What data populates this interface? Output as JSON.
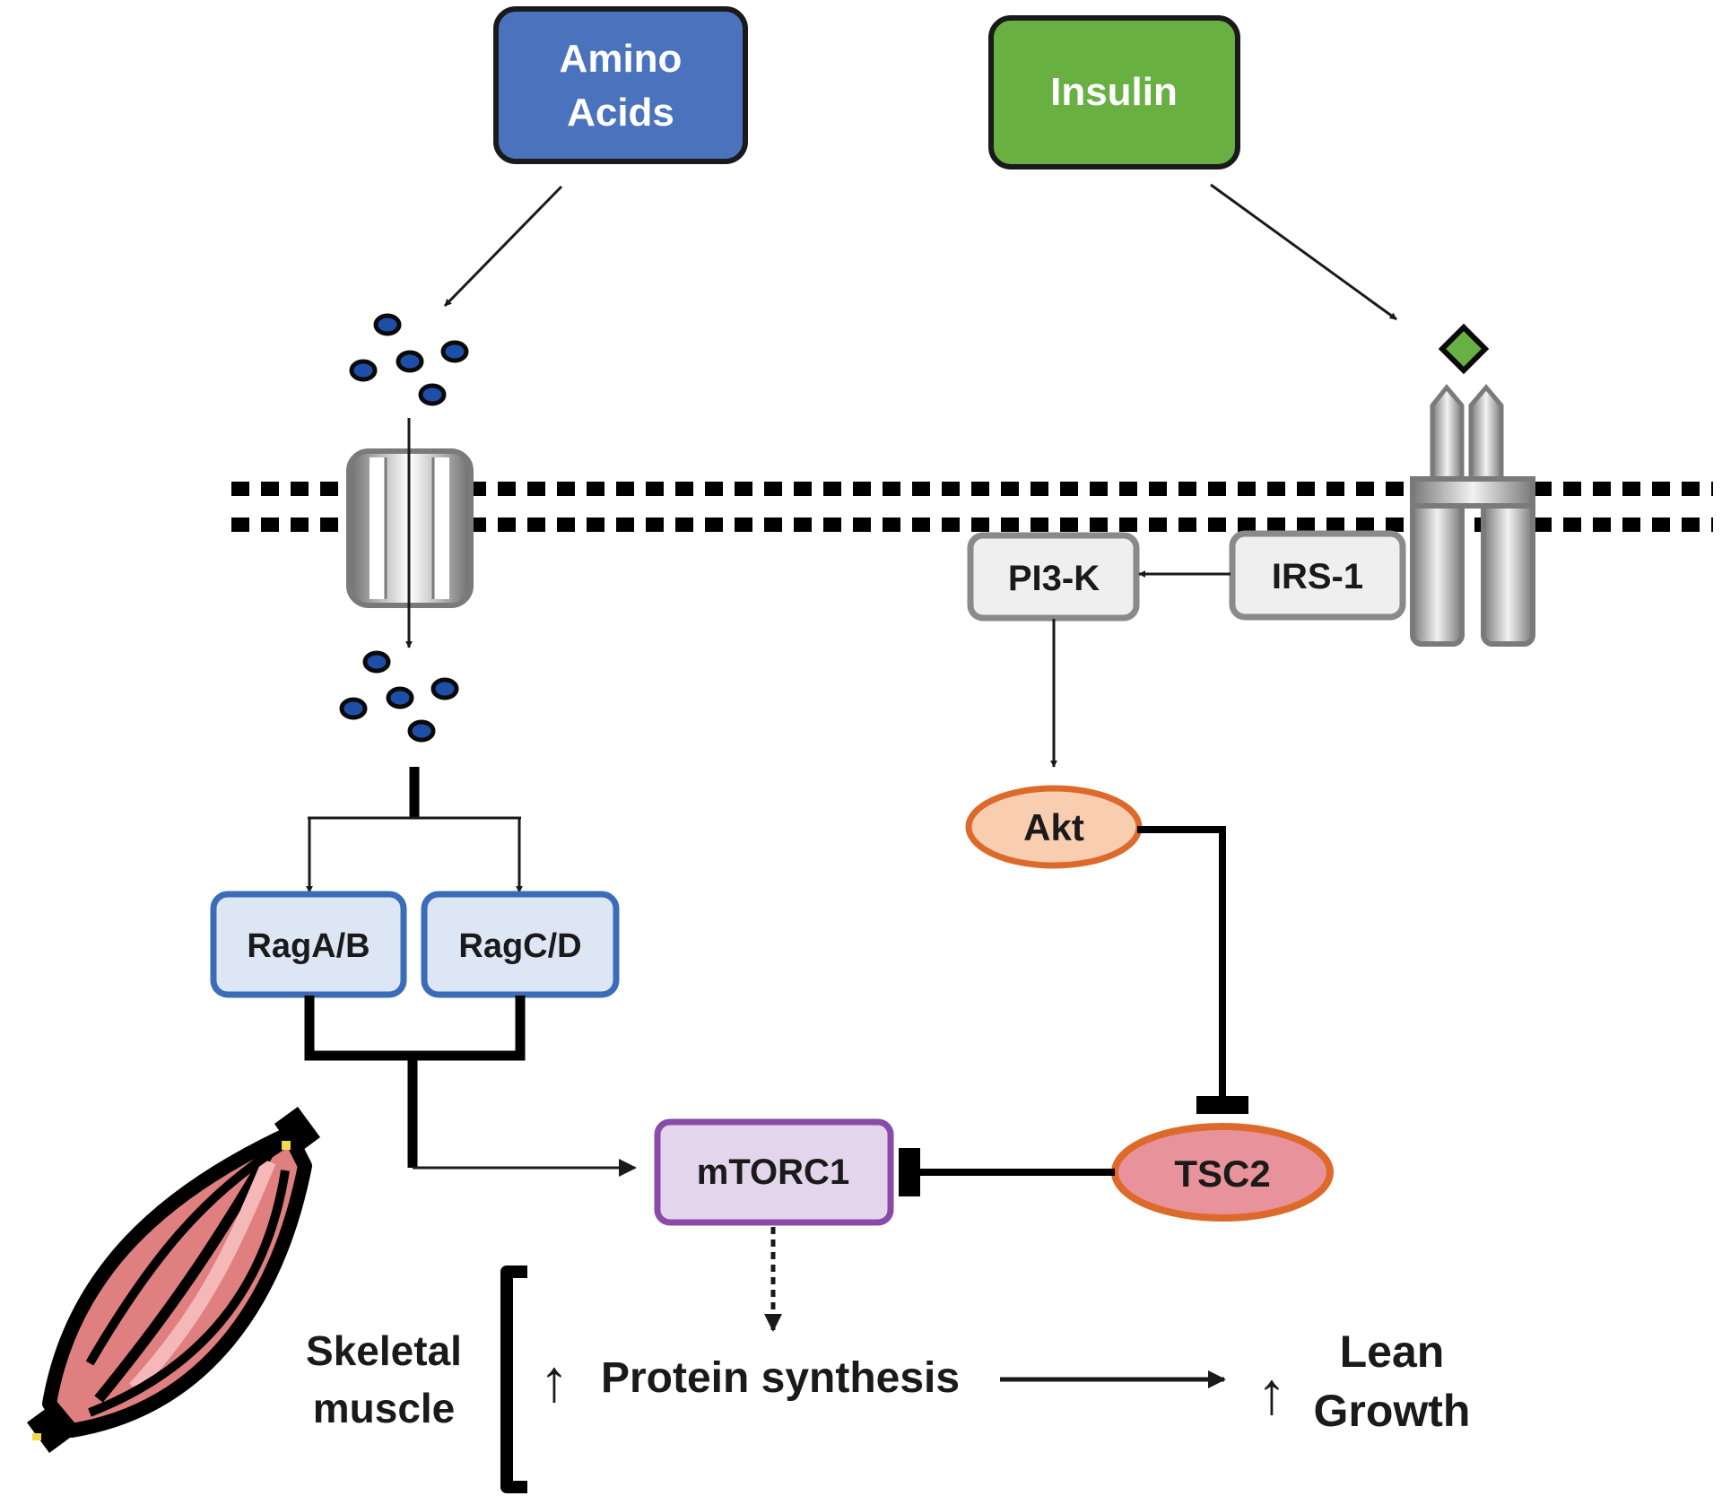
{
  "inputs": {
    "amino_acids": [
      "Amino",
      "Acids"
    ],
    "insulin": "Insulin"
  },
  "nodes": {
    "rag_ab": "RagA/B",
    "rag_cd": "RagC/D",
    "pi3k": "PI3-K",
    "irs1": "IRS-1",
    "akt": "Akt",
    "tsc2": "TSC2",
    "mtorc1": "mTORC1"
  },
  "outputs": {
    "skeletal_muscle": [
      "Skeletal",
      "muscle"
    ],
    "up_arrow": "↑",
    "protein_synthesis": "Protein synthesis",
    "lean_growth": [
      "Lean",
      "Growth"
    ]
  },
  "colors": {
    "amino_acids": "#4a72bd",
    "insulin": "#69b043",
    "rag_fill": "#dde6f5",
    "rag_border": "#3a6cb8",
    "pi3k_fill": "#efefef",
    "gray_border": "#8a8a8a",
    "akt_fill": "#f8cdb0",
    "orange_border": "#dd6a2a",
    "tsc2_fill": "#e8939b",
    "mtorc1_fill": "#e3d6ec",
    "mtorc1_border": "#8a4aa8",
    "muscle": "#e07f7f"
  }
}
